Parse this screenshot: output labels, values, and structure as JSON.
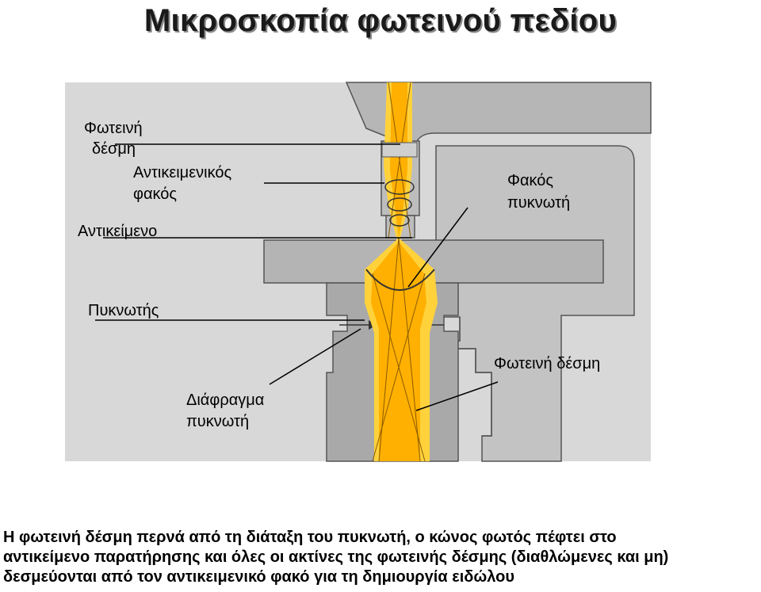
{
  "title": "Μικροσκοπία φωτεινού πεδίου",
  "labels": {
    "light_beam_top_1": "Φωτεινή",
    "light_beam_top_2": "δέσμη",
    "objective_1": "Αντικειμενικός",
    "objective_2": "φακός",
    "specimen": "Αντικείμενο",
    "condenser_lens_1": "Φακός",
    "condenser_lens_2": "πυκνωτή",
    "condenser": "Πυκνωτής",
    "light_beam_bottom": "Φωτεινή δέσμη",
    "diaphragm_1": "Διάφραγμα",
    "diaphragm_2": "πυκνωτή"
  },
  "caption": {
    "line1": "Η φωτεινή δέσμη περνά από τη διάταξη του πυκνωτή, ο κώνος φωτός πέφτει στο",
    "line2": "αντικείμενο παρατήρησης και όλες οι ακτίνες της φωτεινής δέσμης (διαθλώμενες και μη)",
    "line3": "δεσμεύονται από τον αντικειμενικό φακό για τη δημιουργία ειδώλου"
  },
  "colors": {
    "panel_background": "#d8d8d8",
    "instrument_gray": "#b4b4b4",
    "beam_orange": "#ffb000",
    "beam_yellow": "#ffd23c"
  }
}
